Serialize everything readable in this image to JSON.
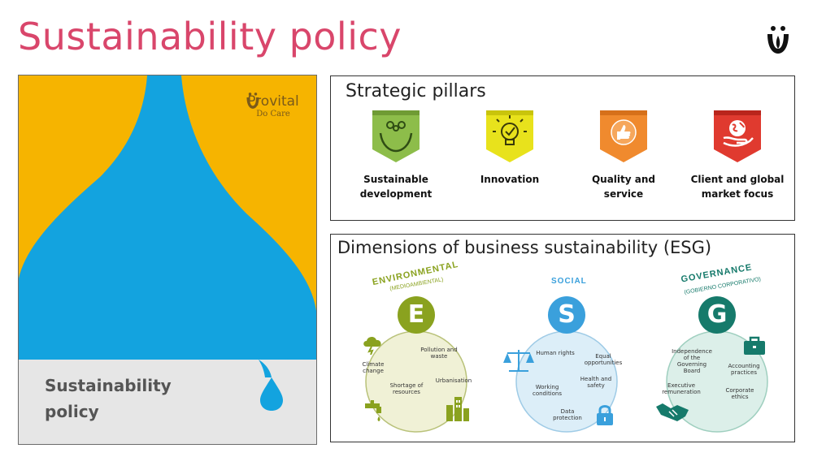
{
  "page": {
    "title": "Sustainability policy"
  },
  "cover": {
    "brand": "Provital",
    "tagline": "Do Care",
    "title_line1": "Sustainability",
    "title_line2": "policy"
  },
  "pillars": {
    "title": "Strategic pillars",
    "items": [
      {
        "line1": "Sustainable",
        "line2": "development",
        "icon": "hands-people-icon",
        "color": "#8dbd4a"
      },
      {
        "line1": "Innovation",
        "line2": "",
        "icon": "lightbulb-icon",
        "color": "#e8e21c"
      },
      {
        "line1": "Quality and",
        "line2": "service",
        "icon": "thumbs-up-icon",
        "color": "#f08a2e"
      },
      {
        "line1": "Client and global",
        "line2": "market focus",
        "icon": "globe-hand-icon",
        "color": "#e03a2f"
      }
    ]
  },
  "esg": {
    "title": "Dimensions of business sustainability (ESG)",
    "environmental": {
      "word": "ENVIRONMENTAL",
      "sub": "(MEDIOAMBIENTAL)",
      "letter": "E",
      "color": "#8aa21f",
      "items": [
        "Pollution and waste",
        "Climate change",
        "Shortage of resources",
        "Urbanisation"
      ]
    },
    "social": {
      "word": "SOCIAL",
      "letter": "S",
      "color": "#3aa0dc",
      "items": [
        "Human rights",
        "Equal opportunities",
        "Health and safety",
        "Working conditions",
        "Data protection"
      ]
    },
    "governance": {
      "word": "GOVERNANCE",
      "sub": "(GOBIERNO CORPORATIVO)",
      "letter": "G",
      "color": "#167a6b",
      "items": [
        "Independence of the Governing Board",
        "Accounting practices",
        "Executive remuneration",
        "Corporate ethics"
      ]
    }
  }
}
